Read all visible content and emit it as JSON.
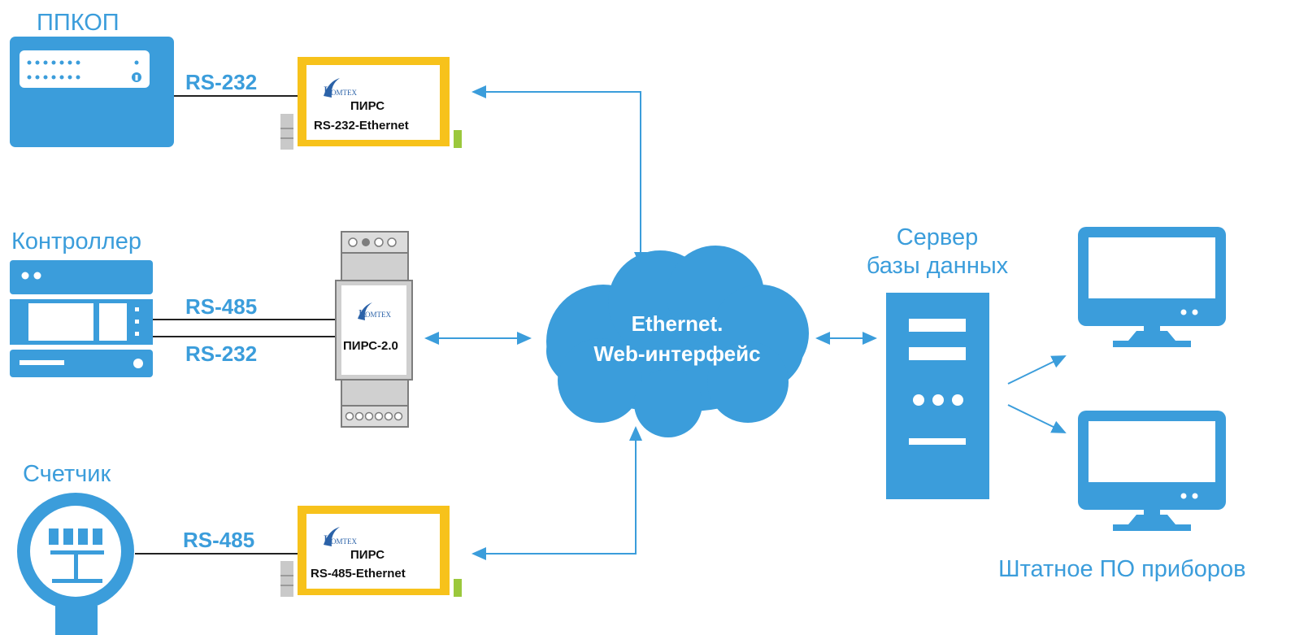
{
  "colors": {
    "accent": "#3b9ddb",
    "device_frame": "#f7c21b",
    "module_grey": "#c9c9c9",
    "line": "#222222"
  },
  "labels": {
    "ppkop": "ППКОП",
    "controller": "Контроллер",
    "meter": "Счетчик",
    "server_line1": "Сервер",
    "server_line2": "базы данных",
    "software": "Штатное ПО приборов"
  },
  "buses": {
    "ppkop_bus": "RS-232",
    "controller_bus1": "RS-485",
    "controller_bus2": "RS-232",
    "meter_bus": "RS-485"
  },
  "devices": {
    "top": {
      "brand": "ОМТЕХ",
      "brand_initial": "К",
      "line1": "ПИРС",
      "line2": "RS-232-Ethernet"
    },
    "middle": {
      "brand": "ОМТЕХ",
      "brand_initial": "К",
      "line1": "ПИРС-2.0"
    },
    "bottom": {
      "brand": "ОМТЕХ",
      "brand_initial": "К",
      "line1": "ПИРС",
      "line2": "RS-485-Ethernet"
    }
  },
  "cloud": {
    "line1": "Ethernet.",
    "line2": "Web-интерфейс"
  },
  "icons": {
    "ppkop": "alarm-panel-icon",
    "controller": "controller-icon",
    "meter": "meter-icon",
    "server": "server-icon",
    "monitor": "monitor-icon",
    "cloud": "cloud-icon"
  }
}
